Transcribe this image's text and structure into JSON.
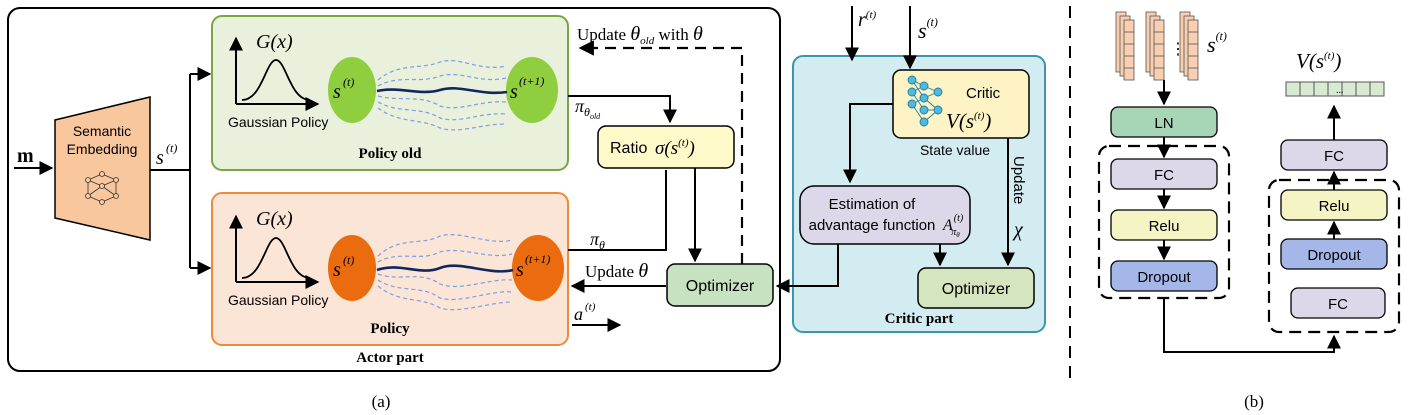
{
  "panel_a": {
    "caption": "(a)",
    "actor_part": "Actor part",
    "critic_part": "Critic part",
    "input_m": "m",
    "semantic_embedding": [
      "Semantic",
      "Embedding"
    ],
    "s_t": "s",
    "sup_t": "(t)",
    "sup_t1": "(t+1)",
    "policy_old": {
      "title": "Policy old",
      "gaussian_label": "Gaussian Policy",
      "gx": "G(x)"
    },
    "policy": {
      "title": "Policy",
      "gaussian_label": "Gaussian Policy",
      "gx": "G(x)"
    },
    "update_old": {
      "prefix": "Update ",
      "theta_old": "θ",
      "sub_old": "old",
      "with": " with ",
      "theta": "θ"
    },
    "pi_old": {
      "pi": "π",
      "theta": "θ",
      "sub": "old"
    },
    "pi_theta": {
      "pi": "π",
      "theta": "θ"
    },
    "ratio": {
      "label": "Ratio",
      "sigma": "σ(s",
      "close": ")"
    },
    "update_theta": {
      "prefix": "Update ",
      "theta": "θ"
    },
    "optimizer": "Optimizer",
    "action": {
      "a": "a",
      "sup": "(t)"
    },
    "r_t": {
      "r": "r",
      "sup": "(t)"
    },
    "critic": {
      "label": "Critic",
      "v": "V(s",
      "close": ")"
    },
    "state_value": "State value",
    "estimation": [
      "Estimation of",
      "advantage function"
    ],
    "advantage": {
      "a": "A",
      "sup": "(t)",
      "pi": "π",
      "theta": "θ"
    },
    "update_chi": {
      "label": "Update",
      "chi": "χ"
    },
    "critic_optimizer": "Optimizer"
  },
  "panel_b": {
    "caption": "(b)",
    "dots": "⋮",
    "s_t": "s",
    "sup_t": "(t)",
    "vs": "V(s",
    "vs_close": ")",
    "output_dots": "...",
    "left_column": [
      "LN",
      "FC",
      "Relu",
      "Dropout"
    ],
    "right_column": [
      "FC",
      "Relu",
      "Dropout",
      "FC"
    ]
  },
  "colors": {
    "green_panel": "#e9f0dc",
    "green_border": "#7aa542",
    "orange_panel": "#fbe5d6",
    "orange_border": "#ee8a3c",
    "critic_panel": "#d3ecf2",
    "critic_border": "#3a96ab",
    "yellow_box": "#fdf9c9",
    "ln_box": "#a8d5b5",
    "fc_box": "#ddd7ea",
    "relu_box": "#f4f4c4",
    "dropout_box": "#a4b7e8",
    "green_circle": "#8fce3e",
    "orange_circle": "#ea6c0f",
    "curve_dark": "#10275e",
    "curve_light": "#7b9fe0"
  }
}
